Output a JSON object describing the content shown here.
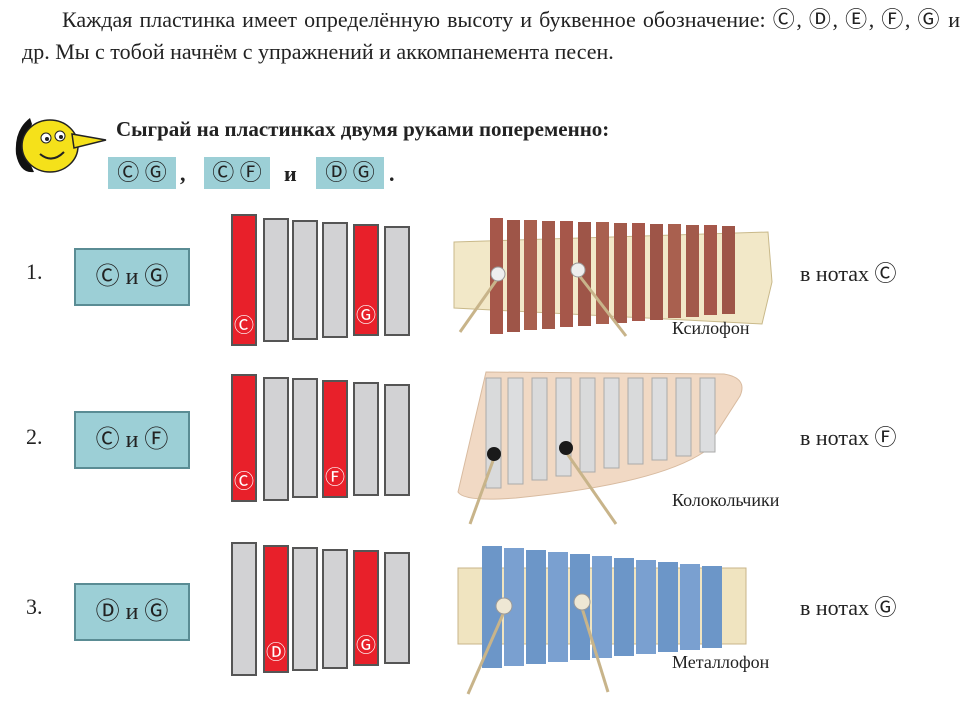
{
  "intro_text": "Каждая пластинка имеет определённую высоту и буквенное обозначение: Ⓒ, Ⓓ, Ⓔ, Ⓕ, Ⓖ и др. Мы с тобой начнём с упражнений и аккомпанемента песен.",
  "task": {
    "text": "Сыграй на пластинках двумя руками попеременно:",
    "chip1": "Ⓒ Ⓖ",
    "comma": ",",
    "chip2": "Ⓒ Ⓕ",
    "and": "и",
    "chip3": "Ⓓ Ⓖ",
    "period": "."
  },
  "exercises": [
    {
      "number": "1.",
      "pair": "Ⓒ и Ⓖ",
      "notes": "в нотах Ⓒ",
      "caption": "Ксилофон",
      "bars": [
        {
          "red": true,
          "label": "Ⓒ"
        },
        {
          "red": false,
          "label": ""
        },
        {
          "red": false,
          "label": ""
        },
        {
          "red": false,
          "label": ""
        },
        {
          "red": true,
          "label": "Ⓖ"
        },
        {
          "red": false,
          "label": ""
        }
      ]
    },
    {
      "number": "2.",
      "pair": "Ⓒ и Ⓕ",
      "notes": "в нотах Ⓕ",
      "caption": "Колокольчики",
      "bars": [
        {
          "red": true,
          "label": "Ⓒ"
        },
        {
          "red": false,
          "label": ""
        },
        {
          "red": false,
          "label": ""
        },
        {
          "red": true,
          "label": "Ⓕ"
        },
        {
          "red": false,
          "label": ""
        },
        {
          "red": false,
          "label": ""
        }
      ]
    },
    {
      "number": "3.",
      "pair": "Ⓓ и Ⓖ",
      "notes": "в нотах Ⓖ",
      "caption": "Металлофон",
      "bars": [
        {
          "red": false,
          "label": ""
        },
        {
          "red": true,
          "label": "Ⓓ"
        },
        {
          "red": false,
          "label": ""
        },
        {
          "red": false,
          "label": ""
        },
        {
          "red": true,
          "label": "Ⓖ"
        },
        {
          "red": false,
          "label": ""
        }
      ]
    }
  ],
  "colors": {
    "chip": "#9ccfd6",
    "red_bar": "#e8202a",
    "grey_bar": "#d2d2d4"
  }
}
